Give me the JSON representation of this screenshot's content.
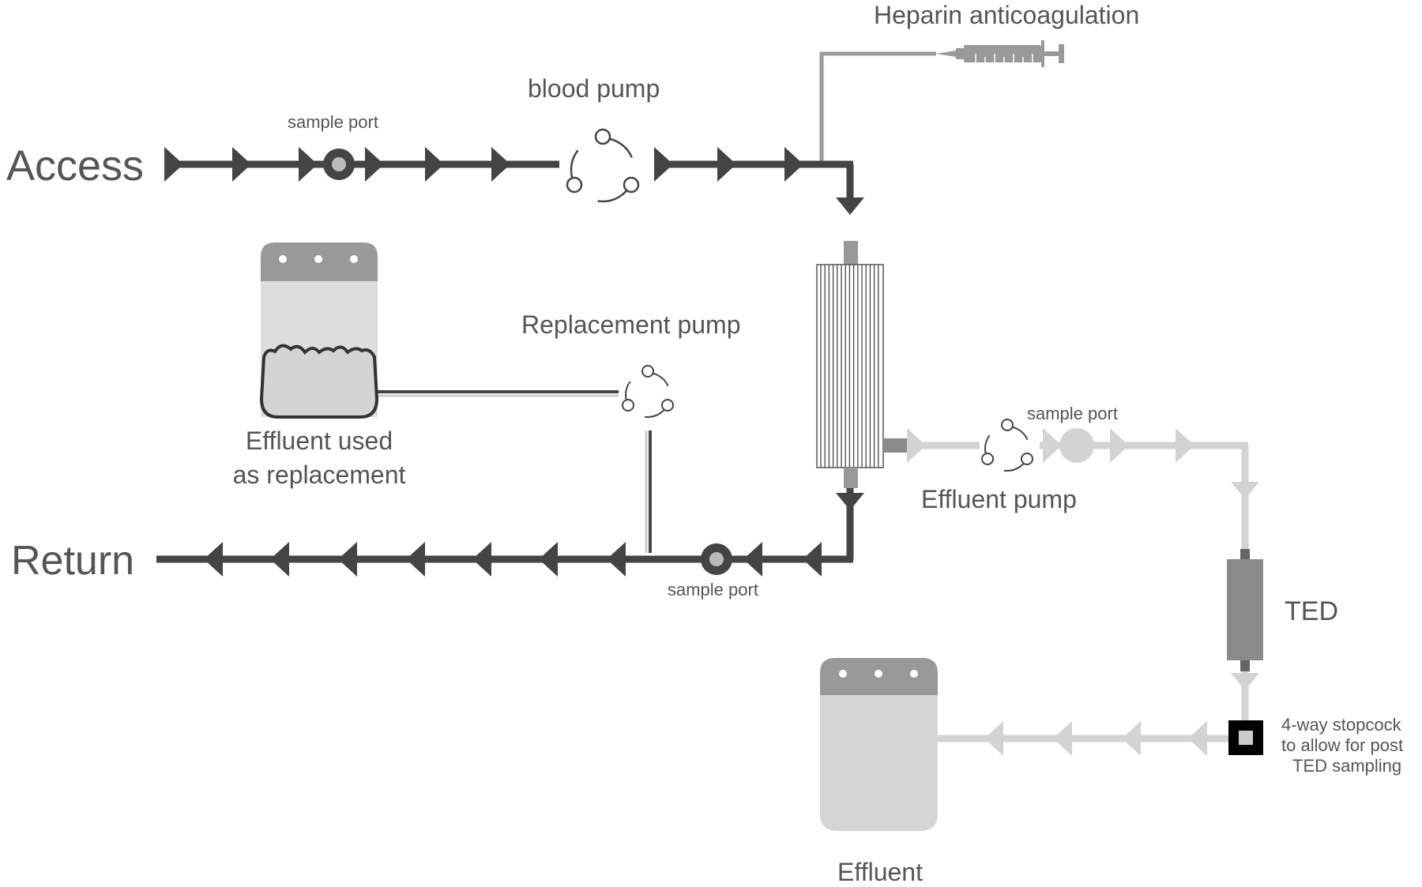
{
  "labels": {
    "access": "Access",
    "return": "Return",
    "blood_pump": "blood pump",
    "heparin": "Heparin anticoagulation",
    "sample_port_access": "sample port",
    "sample_port_return": "sample port",
    "sample_port_effluent": "sample port",
    "replacement_pump": "Replacement pump",
    "effluent_replacement_line1": "Effluent used",
    "effluent_replacement_line2": "as replacement",
    "effluent_pump": "Effluent pump",
    "ted": "TED",
    "stopcock_line1": "4-way stopcock",
    "stopcock_line2": "to allow for post",
    "stopcock_line3": "TED sampling",
    "effluent": "Effluent"
  },
  "colors": {
    "dark_line": "#444444",
    "medium_line": "#999999",
    "light_line": "#d3d3d3",
    "label_text": "#555555",
    "bag_top": "#999999",
    "bag_body": "#d6d6d6",
    "ted_fill": "#8a8a8a",
    "stopcock": "#000000"
  },
  "icons": {
    "pump": "pump-rotor-icon",
    "syringe": "syringe-icon",
    "filter": "hemofilter-icon",
    "bag": "fluid-bag-icon",
    "stopcock": "stopcock-icon"
  }
}
